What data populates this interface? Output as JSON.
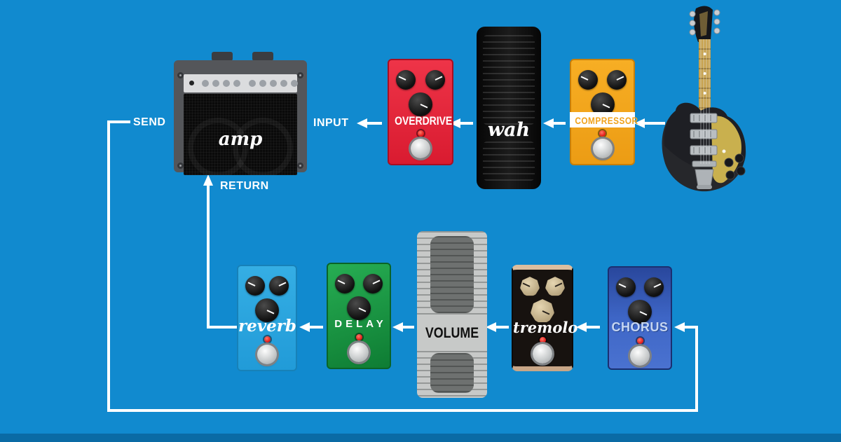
{
  "diagram_title": "guitar-pedal-signal-chain",
  "colors": {
    "background": "#118ACF",
    "footer_strip": "#0A6BA5",
    "wire": "#FFFFFF",
    "overdrive_body": "#E32638",
    "compressor_body": "#F4A51F",
    "wah_body": "#0D0D0D",
    "chorus_body": "#3B63C0",
    "tremolo_body": "#17120F",
    "tremolo_trim": "#DCBE9F",
    "volume_body": "#C7C9C8",
    "delay_body": "#17A04A",
    "reverb_body": "#2BA7E0",
    "amp_frame": "#54565A",
    "amp_panel": "#DBDCDE",
    "led": "#E01414"
  },
  "labels": {
    "send": "SEND",
    "return": "RETURN",
    "input": "INPUT"
  },
  "amp": {
    "label": "amp"
  },
  "pedals": {
    "overdrive": {
      "label": "OVERDRIVE"
    },
    "wah": {
      "label": "wah"
    },
    "compressor": {
      "label": "COMPRESSOR"
    },
    "chorus": {
      "label": "CHORUS"
    },
    "tremolo": {
      "label": "tremolo"
    },
    "volume": {
      "label": "VOLUME"
    },
    "delay": {
      "label": "DELAY"
    },
    "reverb": {
      "label": "reverb"
    }
  },
  "signal_chain": {
    "front_of_amp": [
      "guitar",
      "compressor",
      "wah",
      "overdrive",
      "amp input"
    ],
    "effects_loop": [
      "amp send",
      "chorus",
      "tremolo",
      "volume",
      "delay",
      "reverb",
      "amp return"
    ]
  }
}
